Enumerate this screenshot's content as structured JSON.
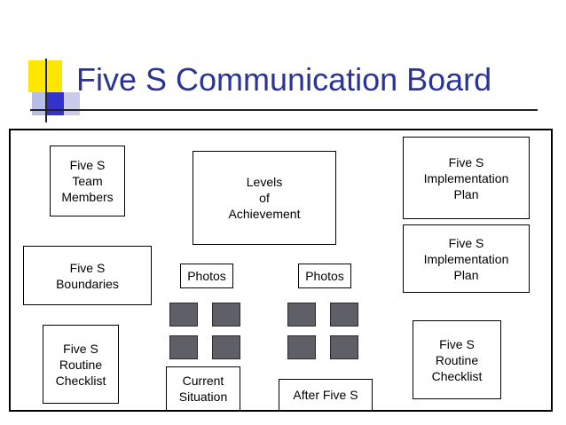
{
  "title": "Five S Communication Board",
  "colors": {
    "title": "#2a3495",
    "accent_yellow": "#ffe600",
    "accent_blue": "#3333cc",
    "photo_tile": "#5f5f68"
  },
  "boxes": {
    "team_members": "Five S\nTeam\nMembers",
    "levels": "Levels\nof\nAchievement",
    "implementation_plan_1": "Five S\nImplementation\nPlan",
    "implementation_plan_2": "Five S\nImplementation\nPlan",
    "boundaries": "Five S\nBoundaries",
    "photos_1": "Photos",
    "photos_2": "Photos",
    "routine_checklist_1": "Five S\nRoutine\nChecklist",
    "routine_checklist_2": "Five S\nRoutine\nChecklist",
    "current_situation": "Current\nSituation",
    "after_five_s": "After Five S"
  },
  "icons": [
    "photo-placeholder-icon"
  ]
}
